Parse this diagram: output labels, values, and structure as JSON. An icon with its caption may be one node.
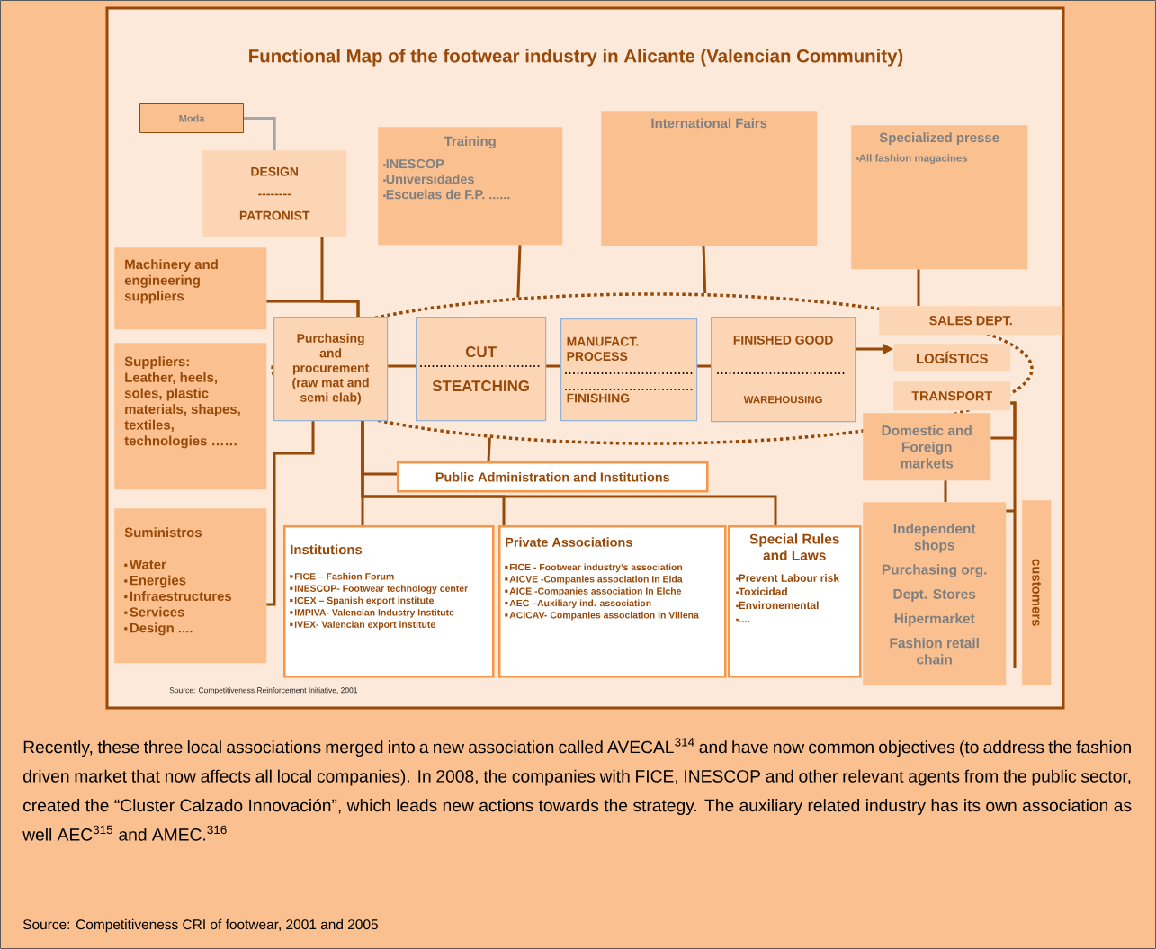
{
  "diagram": {
    "title": "Functional Map of the footwear industry in Alicante (Valencian Community)",
    "nodes": [
      {
        "text": [
          "Moda"
        ]
      },
      {
        "text": [
          "DESIGN",
          "--------",
          "PATRONIST"
        ]
      },
      {
        "text": [
          "Training",
          "INESCOP",
          "Universidades",
          "Escuelas de F.P. ......"
        ]
      },
      {
        "text": [
          "International Fairs"
        ]
      },
      {
        "text": [
          "Specialized presse",
          "All fashion magacines"
        ]
      },
      {
        "text": [
          "Machinery and engineering suppliers"
        ]
      },
      {
        "text": [
          "Suppliers:",
          "Leather, heels, soles, plastic materials, shapes, textiles, technologies ……"
        ]
      },
      {
        "text": [
          "Suministros",
          "Water",
          "Energies",
          "Infraestructures",
          "Services",
          "Design ...."
        ]
      },
      {
        "text": [],
        "shape": "ellipse"
      },
      {
        "text": [
          "Purchasing and procurement (raw mat and semi elab)"
        ],
        "in": 8
      },
      {
        "text": [
          "CUT",
          "STEATCHING"
        ],
        "in": 8
      },
      {
        "text": [
          "MANUFACT. PROCESS",
          "FINISHING"
        ],
        "in": 8
      },
      {
        "text": [
          "FINISHED GOOD",
          "WAREHOUSING"
        ],
        "in": 8
      },
      {
        "text": [
          "SALES DEPT."
        ]
      },
      {
        "text": [
          "LOGÍSTICS"
        ],
        "in": 8
      },
      {
        "text": [
          "TRANSPORT"
        ],
        "in": 8
      },
      {
        "text": [
          "Domestic and Foreign markets"
        ]
      },
      {
        "text": [
          "Public Administration  and Institutions"
        ]
      },
      {
        "text": [
          "Institutions",
          "FICE – Fashion Forum",
          "INESCOP- Footwear technology center",
          "ICEX – Spanish export institute",
          "IMPIVA- Valencian Industry Institute",
          "IVEX- Valencian export institute"
        ]
      },
      {
        "text": [
          "Private Associations",
          "FICE -  Footwear industry’s association",
          "AICVE -Companies association In Elda",
          "AICE -Companies association In Elche",
          "AEC –Auxiliary ind. association",
          "ACICAV- Companies association in Villena"
        ]
      },
      {
        "text": [
          "Special Rules and Laws",
          "Prevent Labour risk",
          "Toxicidad",
          "Environemental",
          "...."
        ]
      },
      {
        "text": [
          "Independent shops",
          "Purchasing org.",
          "Dept. Stores",
          "Hipermarket",
          "Fashion retail chain"
        ]
      },
      {
        "text": [
          "customers"
        ]
      }
    ],
    "edges": [
      {
        "from": 0,
        "to": 1,
        "arrow": "none",
        "color": "#a6a6a6"
      },
      {
        "from": 1,
        "to": 9,
        "arrow": "none"
      },
      {
        "from": 5,
        "to": 9,
        "arrow": "none"
      },
      {
        "from": 2,
        "to": 8,
        "arrow": "none"
      },
      {
        "from": 3,
        "to": 8,
        "arrow": "none"
      },
      {
        "from": 4,
        "to": 13,
        "arrow": "none"
      },
      {
        "from": 9,
        "to": 10,
        "arrow": "none"
      },
      {
        "from": 10,
        "to": 11,
        "arrow": "none"
      },
      {
        "from": 11,
        "to": 12,
        "arrow": "none"
      },
      {
        "from": 12,
        "to": 14,
        "arrow": "to"
      },
      {
        "from": 7,
        "to": 9,
        "arrow": "none"
      },
      {
        "from": 9,
        "to": 17,
        "arrow": "none"
      },
      {
        "from": 9,
        "to": 18,
        "arrow": "none"
      },
      {
        "from": 9,
        "to": 19,
        "arrow": "none"
      },
      {
        "from": 9,
        "to": 20,
        "arrow": "none"
      },
      {
        "from": 17,
        "to": 8,
        "arrow": "none"
      },
      {
        "from": 15,
        "to": 16,
        "arrow": "none"
      },
      {
        "from": 15,
        "to": 21,
        "arrow": "none"
      },
      {
        "from": 16,
        "to": 21,
        "arrow": "none"
      }
    ],
    "labels": [
      "Source: Competitiveness Reinforcement Initiative, 2001",
      "Recently, these three local associations merged into a new association called AVECAL$^{314}$ and have now common objectives (to address the fashion driven market that now affects all local companies). In 2008, the companies with FICE, INESCOP and other relevant agents from the public sector, created the “Cluster Calzado Innovación”, which leads new actions towards the strategy. The auxiliary related industry has its own association as well AEC$^{315}$ and AMEC.$^{316}$",
      "Source: Competitiveness CRI of footwear, 2001 and 2005"
    ]
  }
}
